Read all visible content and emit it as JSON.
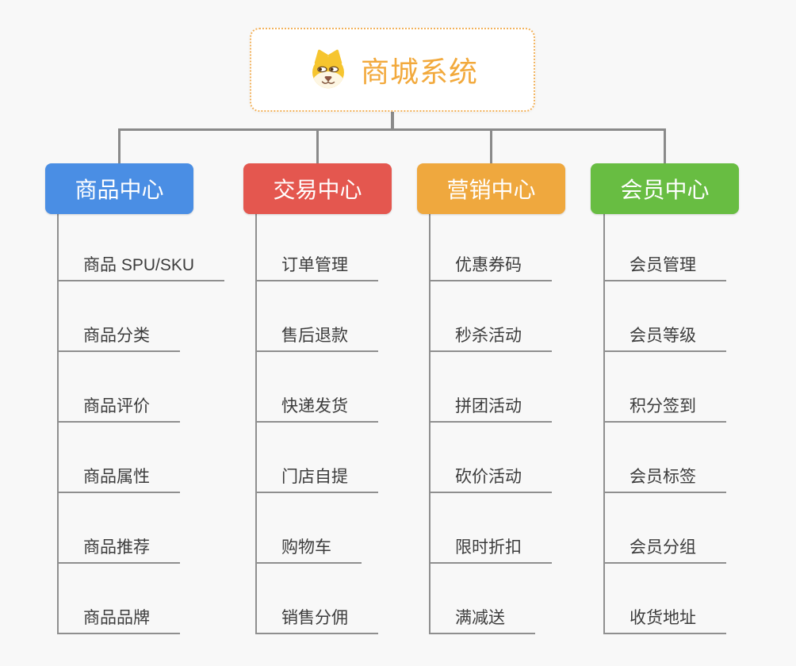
{
  "root": {
    "title": "商城系统",
    "icon": "doge-face-icon",
    "accent_color": "#f2a93c",
    "border_color": "#f2b25c"
  },
  "branches": [
    {
      "label": "商品中心",
      "color": "#4a8ee4",
      "items": [
        "商品 SPU/SKU",
        "商品分类",
        "商品评价",
        "商品属性",
        "商品推荐",
        "商品品牌"
      ]
    },
    {
      "label": "交易中心",
      "color": "#e4574f",
      "items": [
        "订单管理",
        "售后退款",
        "快递发货",
        "门店自提",
        "购物车",
        "销售分佣"
      ]
    },
    {
      "label": "营销中心",
      "color": "#efa83e",
      "items": [
        "优惠券码",
        "秒杀活动",
        "拼团活动",
        "砍价活动",
        "限时折扣",
        "满减送"
      ]
    },
    {
      "label": "会员中心",
      "color": "#68bd42",
      "items": [
        "会员管理",
        "会员等级",
        "积分签到",
        "会员标签",
        "会员分组",
        "收货地址"
      ]
    }
  ],
  "connector_color": "#8a8a8a",
  "background_color": "#f8f8f8"
}
